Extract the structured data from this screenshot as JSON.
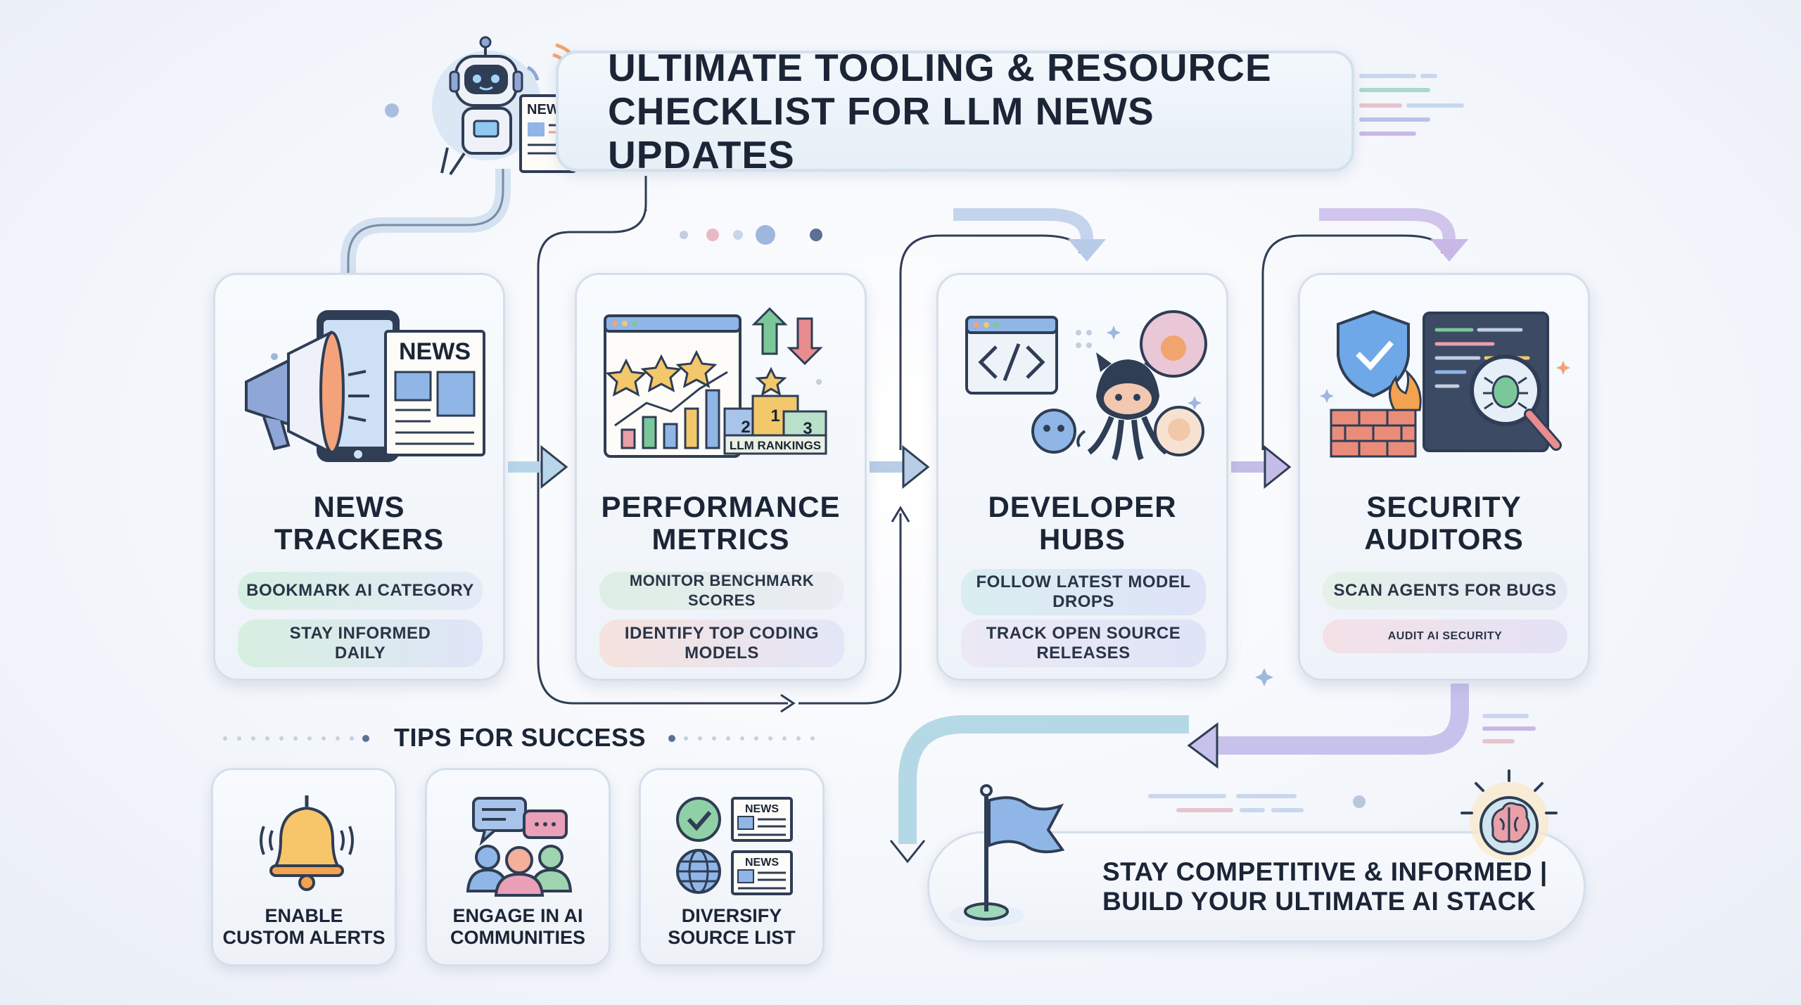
{
  "title": {
    "line1": "ULTIMATE TOOLING & RESOURCE",
    "line2": "CHECKLIST FOR LLM NEWS UPDATES"
  },
  "robot": {
    "badge": "NEWS"
  },
  "cards": [
    {
      "title1": "NEWS",
      "title2": "TRACKERS",
      "icon": "megaphone-phone-newspaper-icon",
      "newspaper_label": "NEWS",
      "pill1": "BOOKMARK AI CATEGORY",
      "pill2a": "STAY INFORMED",
      "pill2b": "DAILY"
    },
    {
      "title1": "PERFORMANCE",
      "title2": "METRICS",
      "icon": "benchmark-chart-podium-icon",
      "podium": {
        "first": "1",
        "second": "2",
        "third": "3",
        "label": "LLM RANKINGS"
      },
      "pill1": "MONITOR BENCHMARK SCORES",
      "pill2a": "IDENTIFY TOP CODING",
      "pill2b": "MODELS"
    },
    {
      "title1": "DEVELOPER",
      "title2": "HUBS",
      "icon": "octocat-code-window-icon",
      "pill1a": "FOLLOW LATEST MODEL",
      "pill1b": "DROPS",
      "pill2a": "TRACK OPEN SOURCE",
      "pill2b": "RELEASES"
    },
    {
      "title1": "SECURITY",
      "title2": "AUDITORS",
      "icon": "shield-firewall-bug-icon",
      "pill1": "SCAN AGENTS FOR BUGS",
      "pill2": "AUDIT AI SECURITY"
    }
  ],
  "tips": {
    "title": "TIPS FOR SUCCESS",
    "items": [
      {
        "line1": "ENABLE",
        "line2": "CUSTOM ALERTS",
        "icon": "bell-icon"
      },
      {
        "line1": "ENGAGE IN AI",
        "line2": "COMMUNITIES",
        "icon": "community-chat-icon"
      },
      {
        "line1": "DIVERSIFY",
        "line2": "SOURCE LIST",
        "icon": "check-globe-news-icon",
        "news1": "NEWS",
        "news2": "NEWS"
      }
    ]
  },
  "final": {
    "line1": "STAY COMPETITIVE & INFORMED |",
    "line2": "BUILD YOUR ULTIMATE AI STACK",
    "icon": "flag-and-brain-icon"
  },
  "colors": {
    "text": "#1b2536",
    "arrow_blue": "#a9c4e4",
    "arrow_purple": "#b4b1e2",
    "connector": "#3a4a64",
    "accent_green": "#7cc79a",
    "accent_pink": "#e9a0a8"
  }
}
